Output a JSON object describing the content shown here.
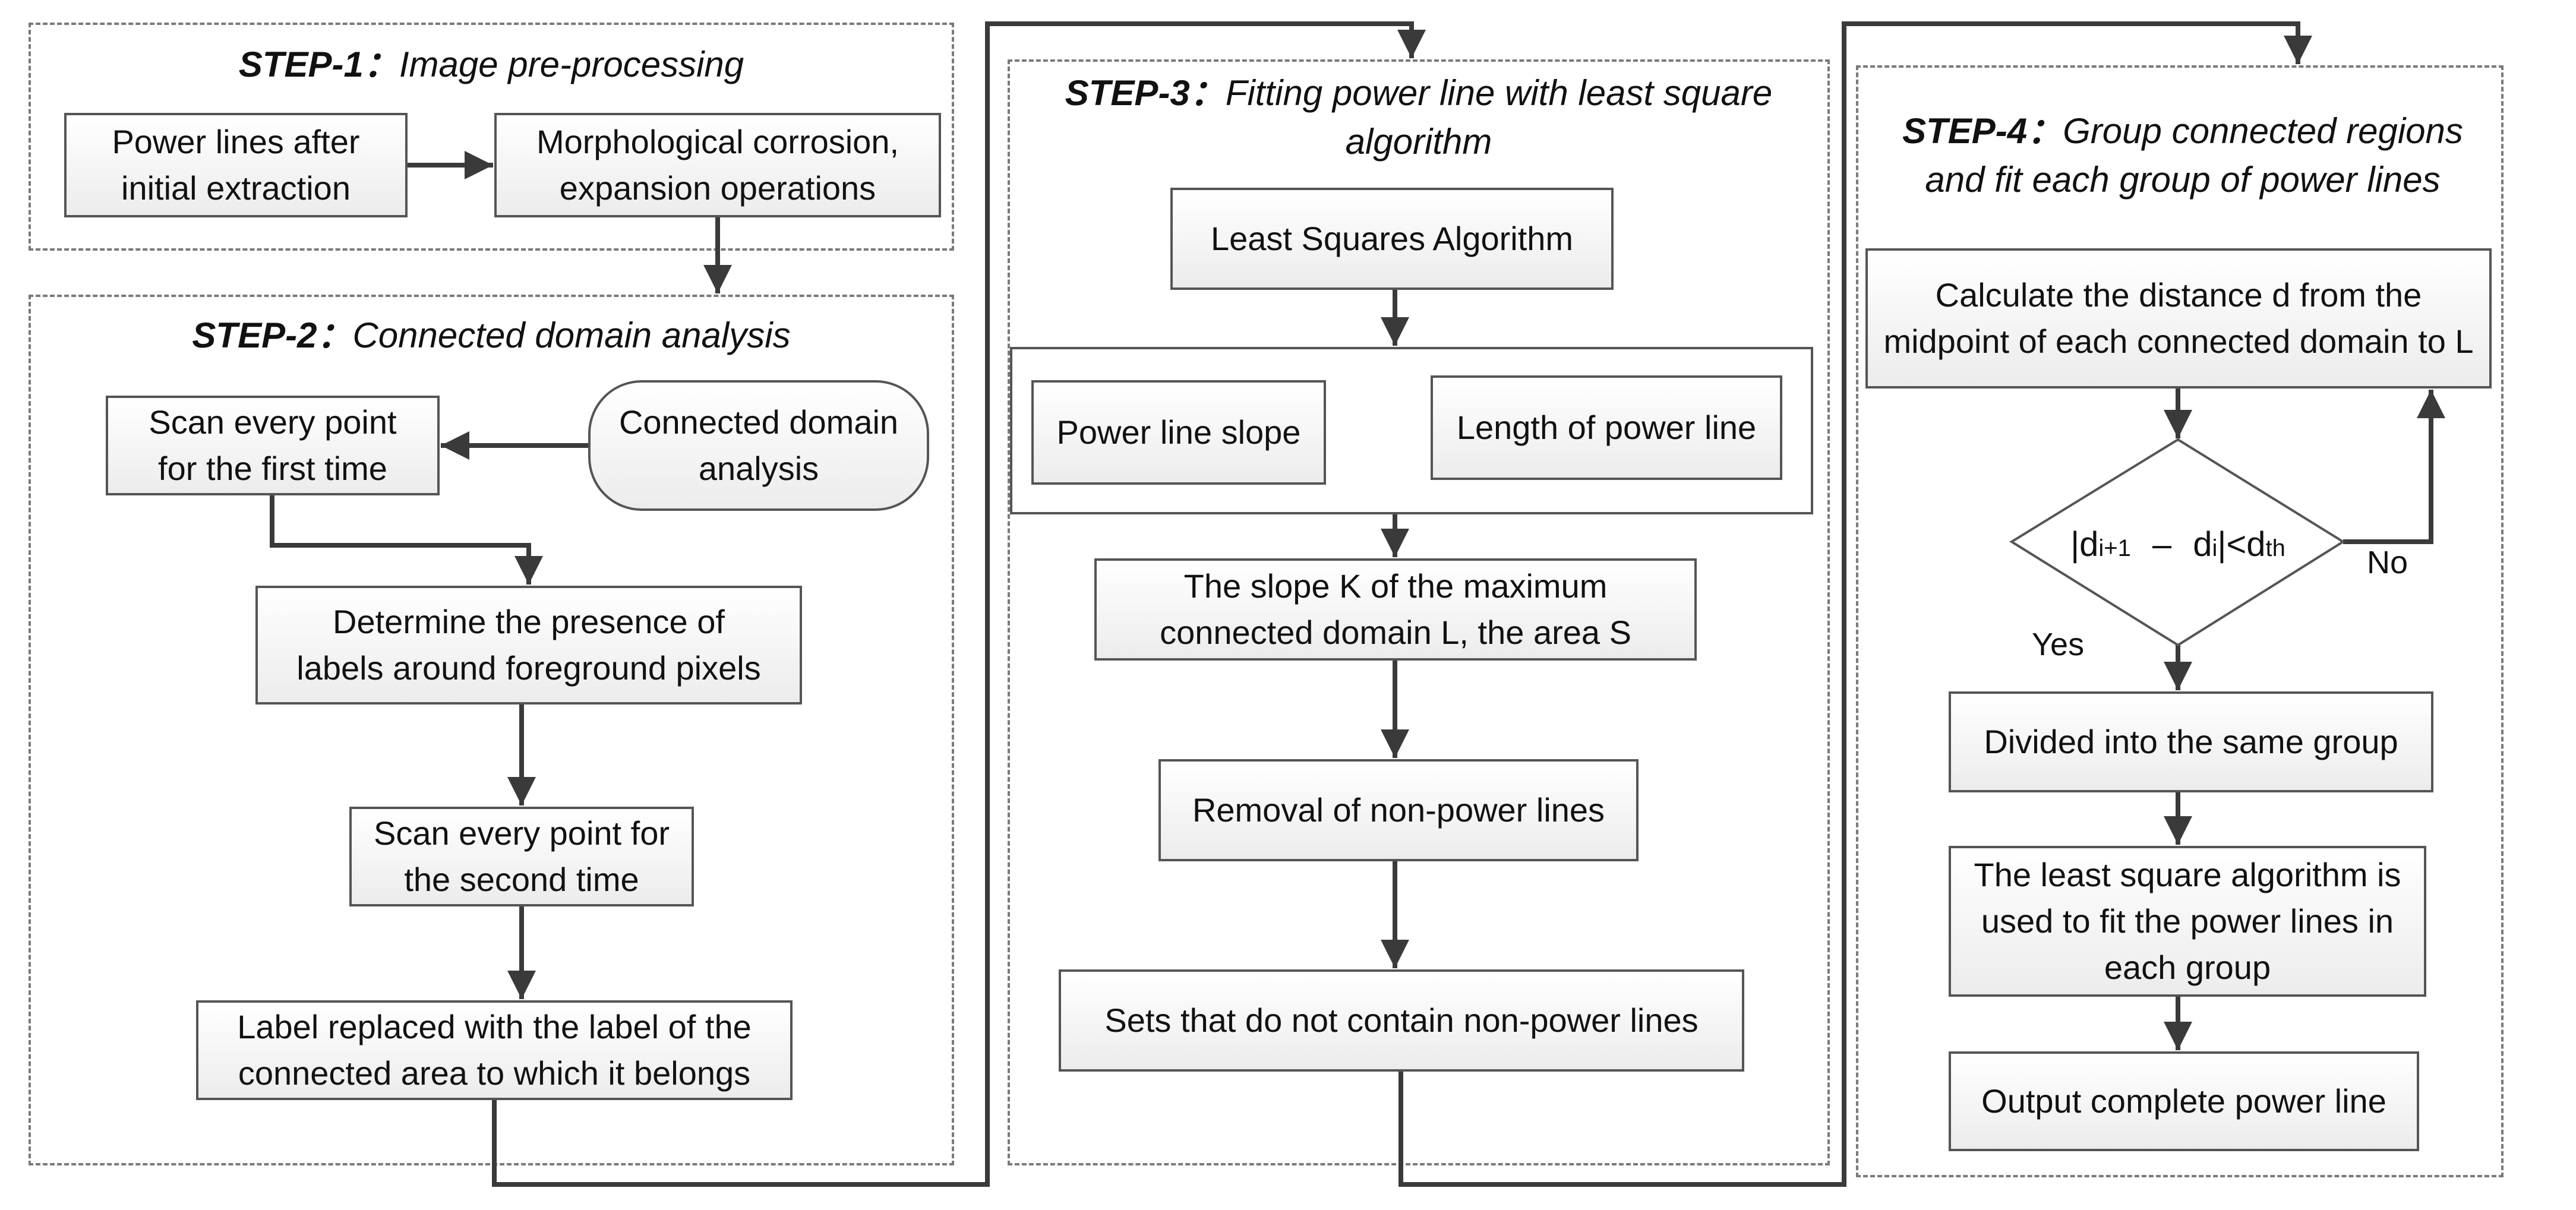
{
  "steps": {
    "s1": {
      "name": "STEP-1：",
      "desc": "Image pre-processing"
    },
    "s2": {
      "name": "STEP-2：",
      "desc": "Connected domain analysis"
    },
    "s3": {
      "name": "STEP-3：",
      "desc": "Fitting power line with least square algorithm"
    },
    "s4": {
      "name": "STEP-4：",
      "desc": "Group connected regions and fit each group of power lines"
    }
  },
  "nodes": {
    "power_lines_initial": "Power lines after\ninitial extraction",
    "morphological": "Morphological corrosion,\nexpansion operations",
    "scan_first": "Scan every point\nfor the first time",
    "connected_domain_analysis": "Connected domain\nanalysis",
    "determine_labels": "Determine the presence of\nlabels around foreground pixels",
    "scan_second": "Scan every point for\nthe second time",
    "label_replaced": "Label replaced with the label of the\nconnected area to which it belongs",
    "least_squares": "Least Squares Algorithm",
    "power_line_slope": "Power line slope",
    "length_power_line": "Length of power line",
    "slope_k": "The slope K of the maximum\nconnected domain L, the area S",
    "removal": "Removal of non-power lines",
    "sets": "Sets that do not contain non-power lines",
    "calc_distance": "Calculate the distance d from the\nmidpoint of each connected domain to L",
    "divided": "Divided into the same group",
    "least_square_fit": "The least square algorithm is\nused to fit the power lines in\neach group",
    "output": "Output complete power line"
  },
  "decision": {
    "bar_left": "|d",
    "sub1": "i+1",
    "minus": "–",
    "d": "d",
    "sub2": "i",
    "bar_right": "|<d",
    "sub3": "th",
    "yes": "Yes",
    "no": "No"
  }
}
